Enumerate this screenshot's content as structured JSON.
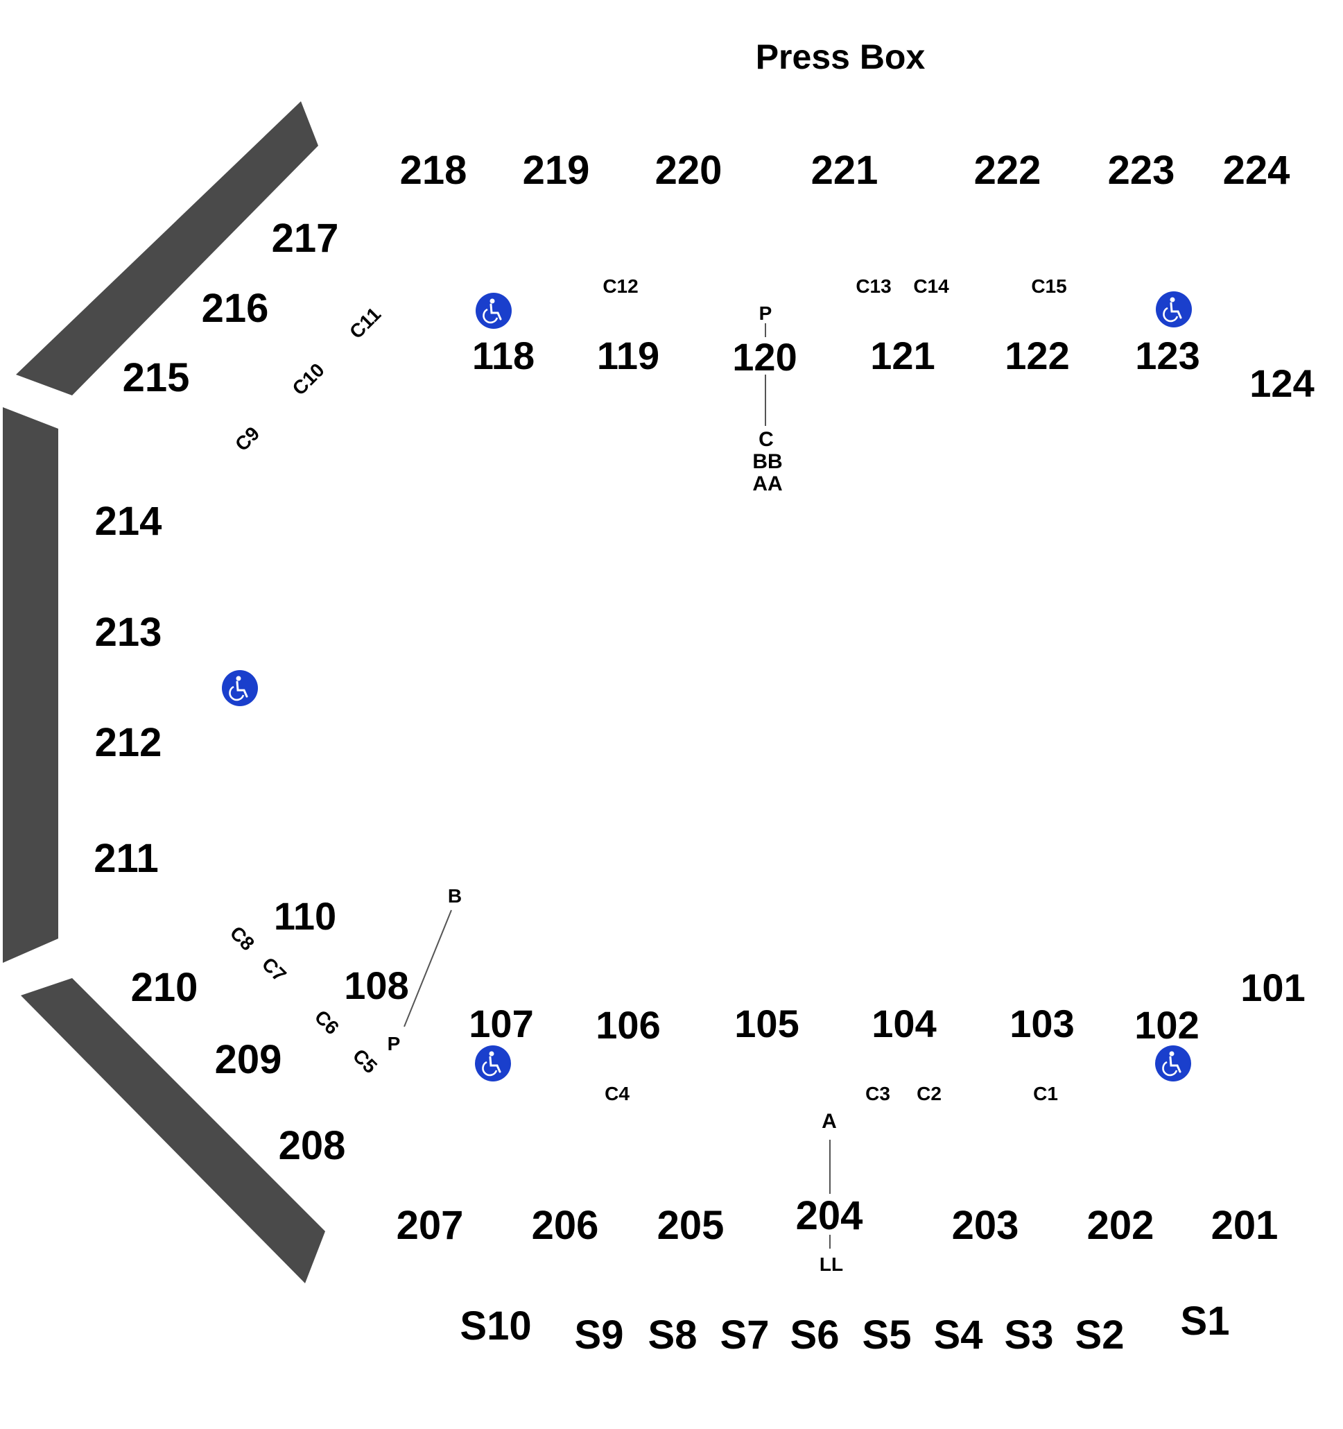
{
  "press_box": "Press Box",
  "upper_sections": {
    "s218": "218",
    "s219": "219",
    "s220": "220",
    "s221": "221",
    "s222": "222",
    "s223": "223",
    "s224": "224",
    "s217": "217",
    "s216": "216",
    "s215": "215",
    "s214": "214",
    "s213": "213",
    "s212": "212",
    "s211": "211",
    "s210": "210",
    "s209": "209",
    "s208": "208",
    "s207": "207",
    "s206": "206",
    "s205": "205",
    "s204": "204",
    "s203": "203",
    "s202": "202",
    "s201": "201"
  },
  "lower_sections": {
    "s118": "118",
    "s119": "119",
    "s120": "120",
    "s121": "121",
    "s122": "122",
    "s123": "123",
    "s124": "124",
    "s110": "110",
    "s108": "108",
    "s107": "107",
    "s106": "106",
    "s105": "105",
    "s104": "104",
    "s103": "103",
    "s102": "102",
    "s101": "101"
  },
  "suites": {
    "s1": "S1",
    "s2": "S2",
    "s3": "S3",
    "s4": "S4",
    "s5": "S5",
    "s6": "S6",
    "s7": "S7",
    "s8": "S8",
    "s9": "S9",
    "s10": "S10"
  },
  "club_boxes": {
    "c1": "C1",
    "c2": "C2",
    "c3": "C3",
    "c4": "C4",
    "c5": "C5",
    "c6": "C6",
    "c7": "C7",
    "c8": "C8",
    "c9": "C9",
    "c10": "C10",
    "c11": "C11",
    "c12": "C12",
    "c13": "C13",
    "c14": "C14",
    "c15": "C15"
  },
  "row_labels": {
    "p_top": "P",
    "c_row": "C",
    "bb_row": "BB",
    "aa_row": "AA",
    "b_row": "B",
    "p_left": "P",
    "a_row": "A",
    "ll_row": "LL"
  },
  "colors": {
    "wall": "#4a4a4a",
    "accessible": "#1a3fcc"
  },
  "icons": {
    "accessible": "wheelchair-icon"
  }
}
